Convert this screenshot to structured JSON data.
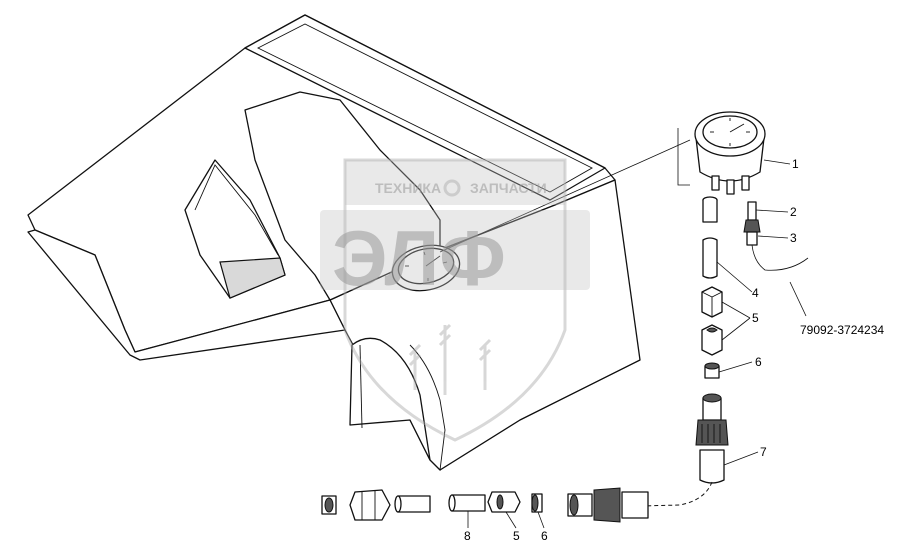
{
  "callouts": [
    {
      "id": "c1",
      "text": "1"
    },
    {
      "id": "c2",
      "text": "2"
    },
    {
      "id": "c3",
      "text": "3"
    },
    {
      "id": "c4",
      "text": "4"
    },
    {
      "id": "c5",
      "text": "5"
    },
    {
      "id": "c6",
      "text": "6"
    },
    {
      "id": "c7",
      "text": "7"
    },
    {
      "id": "c8b",
      "text": "8"
    },
    {
      "id": "c5b",
      "text": "5"
    },
    {
      "id": "c6b",
      "text": "6"
    }
  ],
  "part_number": "79092-3724234",
  "watermark": {
    "top_left": "ТЕХНИКА",
    "top_right": "ЗАПЧАСТИ",
    "big": "ЭЛФ"
  }
}
